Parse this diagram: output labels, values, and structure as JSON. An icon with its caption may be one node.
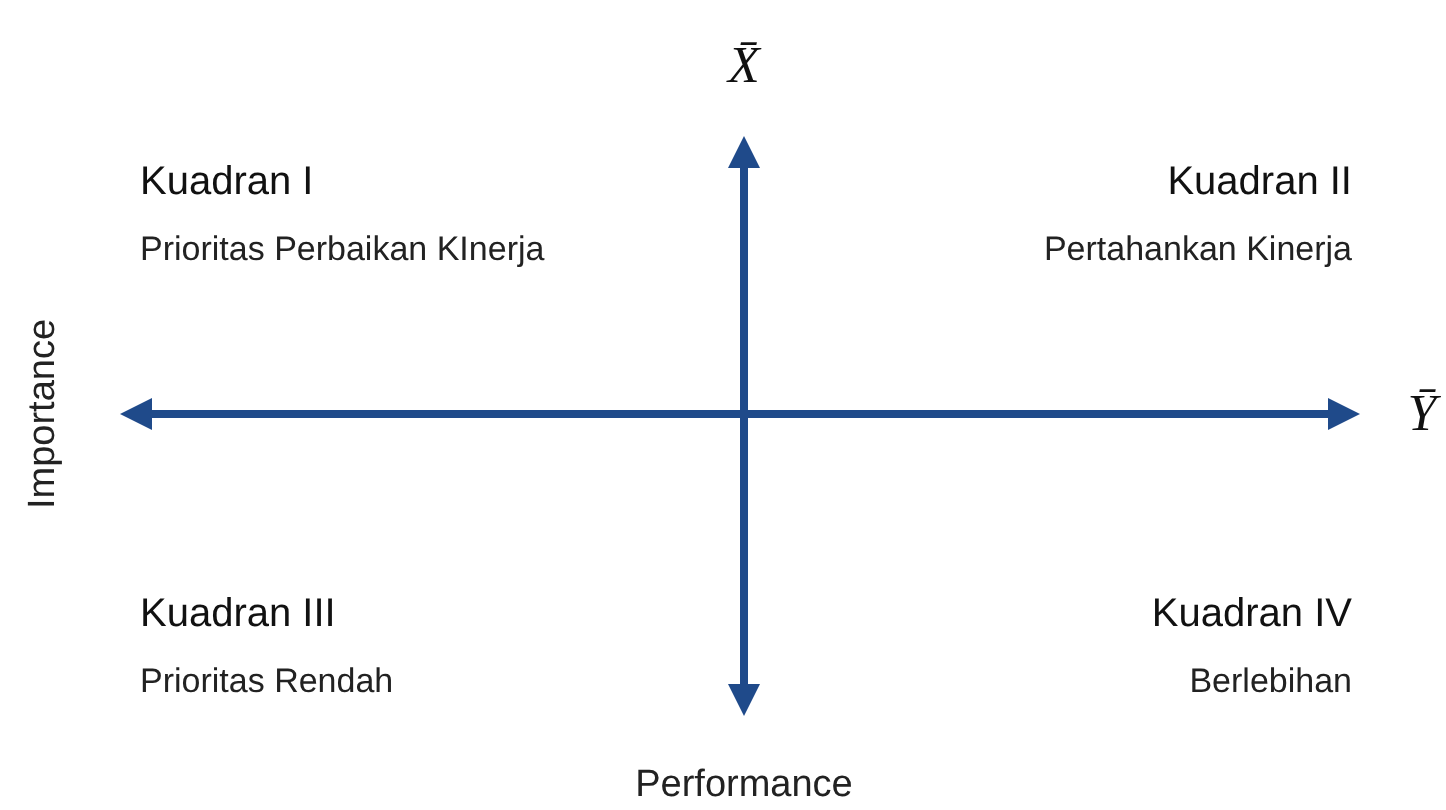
{
  "diagram": {
    "labels": [
      "X̄",
      "Kuadran I",
      "Prioritas Perbaikan KInerja",
      "Kuadran II",
      "Pertahankan Kinerja",
      "Importance",
      "Ȳ",
      "Kuadran III",
      "Prioritas Rendah",
      "Kuadran IV",
      "Berlebihan",
      "Performance"
    ]
  }
}
